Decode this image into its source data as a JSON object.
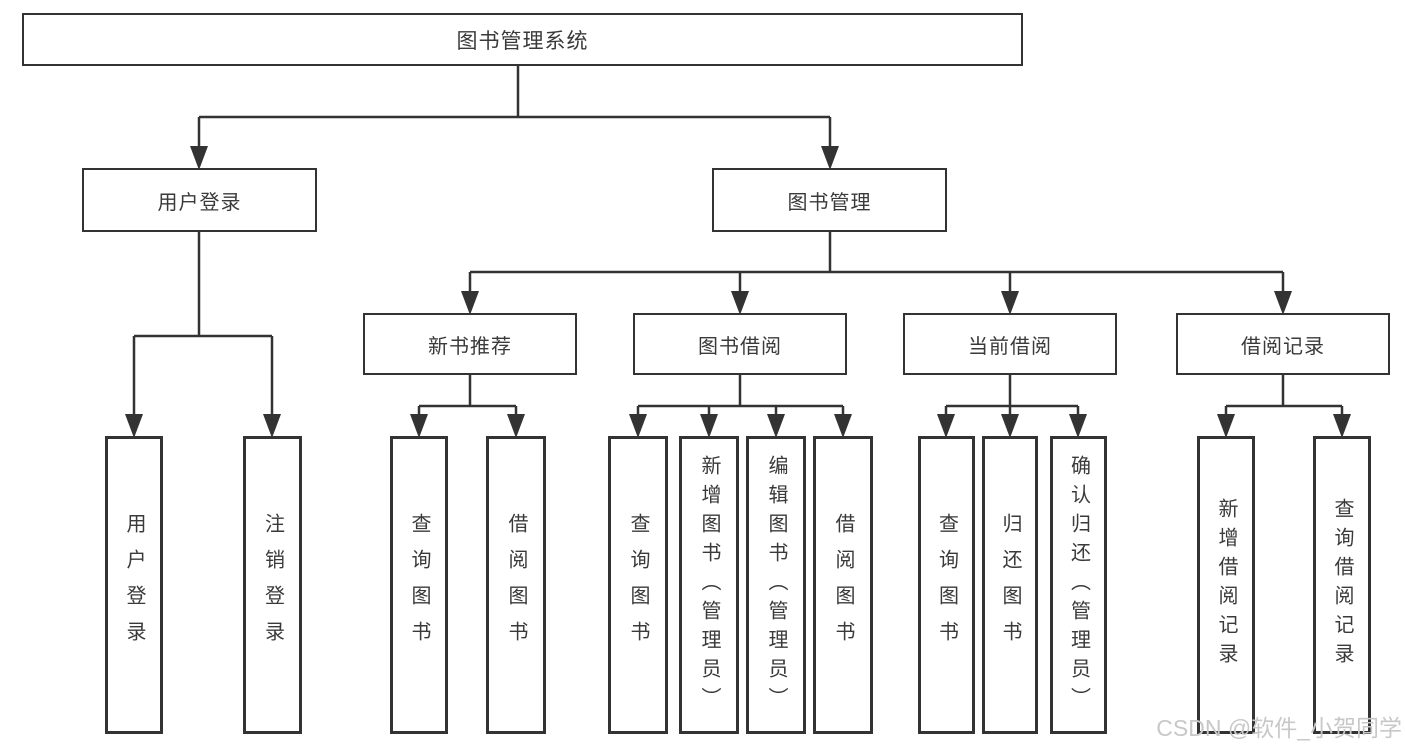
{
  "diagram": {
    "type": "hierarchy",
    "watermark": "CSDN @软件_小贺同学",
    "colors": {
      "line": "#333333",
      "box_border": "#333333",
      "box_background": "#ffffff",
      "text": "#3a3a3a",
      "watermark": "#c8c8c8",
      "background": "#ffffff"
    },
    "tree": {
      "label": "图书管理系统",
      "children": [
        {
          "label": "用户登录",
          "children": [
            {
              "label": "用户登录"
            },
            {
              "label": "注销登录"
            }
          ]
        },
        {
          "label": "图书管理",
          "children": [
            {
              "label": "新书推荐",
              "children": [
                {
                  "label": "查询图书"
                },
                {
                  "label": "借阅图书"
                }
              ]
            },
            {
              "label": "图书借阅",
              "children": [
                {
                  "label": "查询图书"
                },
                {
                  "label": "新增图书（管理员）"
                },
                {
                  "label": "编辑图书（管理员）"
                },
                {
                  "label": "借阅图书"
                }
              ]
            },
            {
              "label": "当前借阅",
              "children": [
                {
                  "label": "查询图书"
                },
                {
                  "label": "归还图书"
                },
                {
                  "label": "确认归还（管理员）"
                }
              ]
            },
            {
              "label": "借阅记录",
              "children": [
                {
                  "label": "新增借阅记录"
                },
                {
                  "label": "查询借阅记录"
                }
              ]
            }
          ]
        }
      ]
    }
  }
}
